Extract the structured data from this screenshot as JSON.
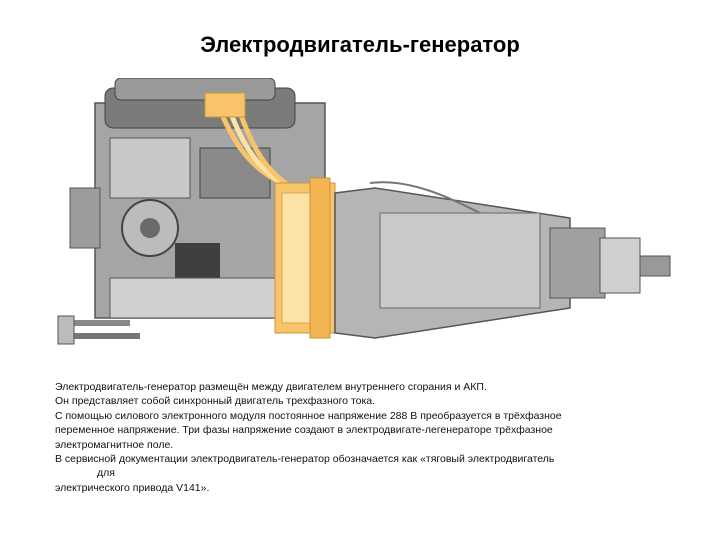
{
  "slide": {
    "title": "Электродвигатель-генератор",
    "figure_palette": {
      "engine_gray": "#8c8c8c",
      "engine_dark": "#4a4a4a",
      "engine_light": "#d6d6d6",
      "highlight_orange": "#f7c46a",
      "highlight_light": "#fde2a8"
    },
    "paragraphs": [
      "Электродвигатель-генератор размещён между двигателем внутреннего сгорания и АКП.",
      "Он представляет собой синхронный двигатель трехфазного тока.",
      "С помощью силового электронного модуля постоянное напряжение 288 В преобразуется в трёхфазное",
      "переменное напряжение. Три фазы напряжение создают в электродвигате-легенераторе трёхфазное",
      "электромагнитное поле.",
      "В сервисной документации электродвигатель-генератор обозначается как «тяговый электродвигатель",
      "для",
      "электрического привода V141»."
    ]
  }
}
